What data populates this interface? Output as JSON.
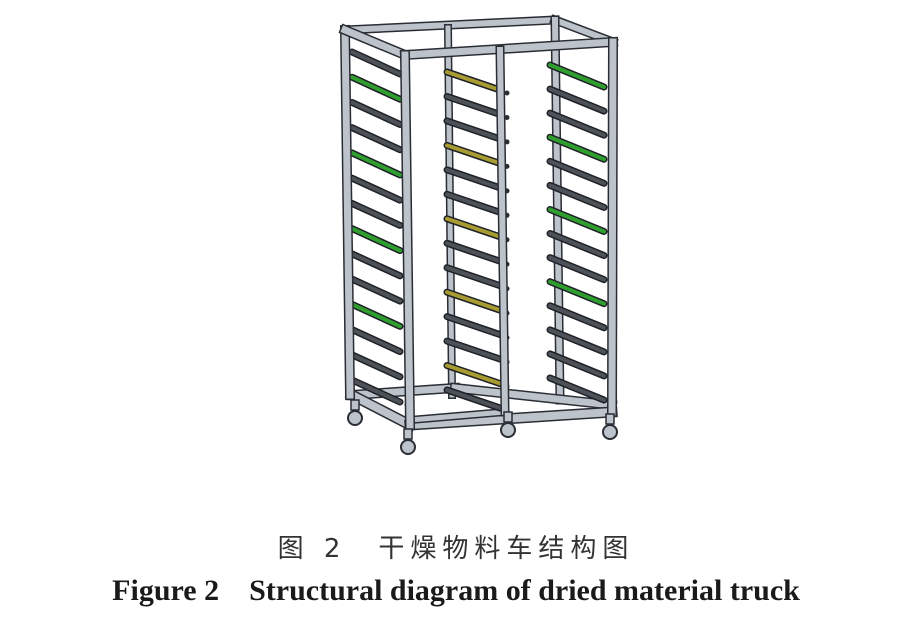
{
  "caption": {
    "chinese": "图 2　干燥物料车结构图",
    "english": "Figure 2    Structural diagram of dried material truck"
  },
  "colors": {
    "frame": "#bcc3cb",
    "frame_dark": "#2a2d33",
    "rail": "#4d5259",
    "accent_green": "#2f9e2f",
    "accent_olive": "#a89b32"
  },
  "rack": {
    "columns": 3,
    "rungs_per_column": 14,
    "highlighted_rungs": {
      "left": [
        1,
        4,
        7,
        10
      ],
      "middle": [
        0,
        3,
        6,
        9,
        12
      ],
      "right": [
        0,
        3,
        6,
        9
      ]
    }
  }
}
